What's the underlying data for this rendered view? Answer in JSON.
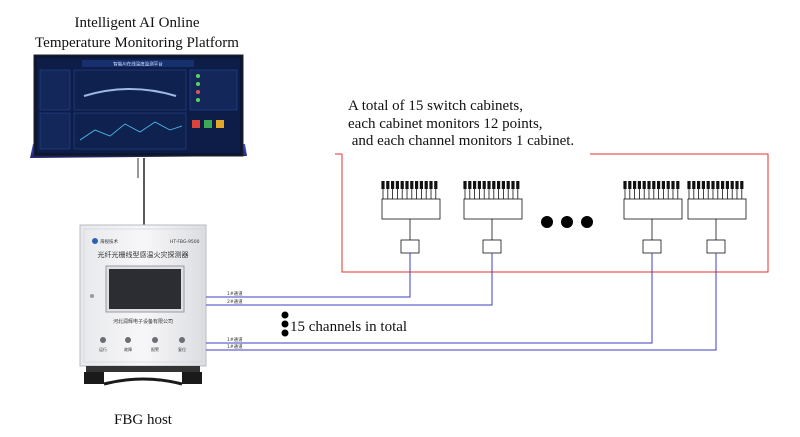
{
  "monitor": {
    "title_line1": "Intelligent AI Online",
    "title_line2": "Temperature Monitoring Platform",
    "screen_title": "智能AI在线温度监测平台"
  },
  "note": {
    "line1": "A total of 15 switch cabinets,",
    "line2": "each cabinet monitors 12 points,",
    "line3": " and each channel monitors 1 cabinet."
  },
  "host": {
    "label": "FBG host",
    "brand": "海视技术",
    "model": "HT-FBG-9500",
    "title": "光纤光栅线型感温火灾探测器",
    "company": "河北润辉电子设备有限公司",
    "buttons": [
      "运行",
      "故障",
      "报警",
      "复位"
    ],
    "channels_top": [
      "1#通道",
      "2#通道"
    ],
    "channels_bottom": [
      "1#通道",
      "1#通道"
    ]
  },
  "channels_total": "15 channels in total",
  "colors": {
    "frame": "#e5322d",
    "fiber": "#3b3fc0",
    "cable": "#000000"
  }
}
